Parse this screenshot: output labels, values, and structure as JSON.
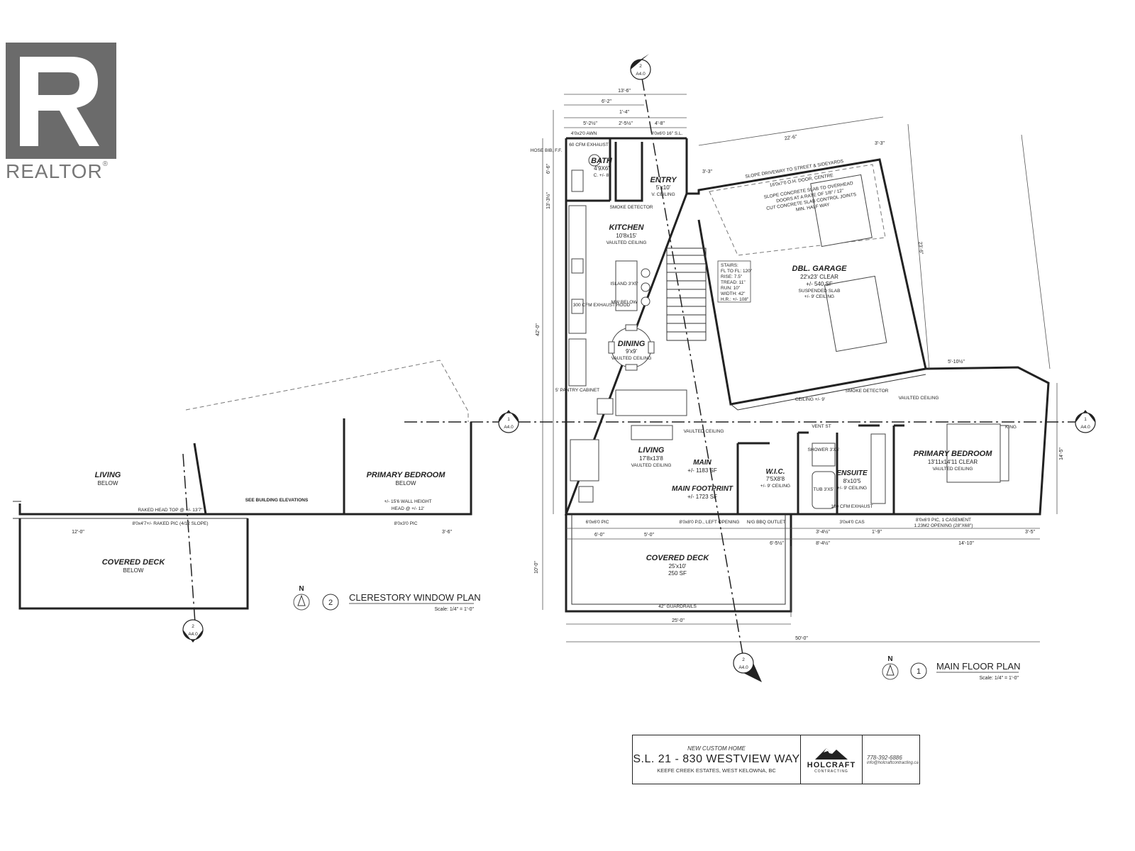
{
  "watermark": {
    "brand": "REALTOR",
    "reg": "®"
  },
  "main_plan": {
    "title": "MAIN FLOOR PLAN",
    "number": "1",
    "scale": "Scale: 1/4\" = 1'-0\"",
    "north": "N",
    "rooms": {
      "bath": {
        "name": "BATH",
        "size": "4'9X6'",
        "note": "C. +/- 8'"
      },
      "entry": {
        "name": "ENTRY",
        "size": "5'x10'",
        "note": "V. CEILING"
      },
      "kitchen": {
        "name": "KITCHEN",
        "size": "10'8x15'",
        "note": "VAULTED CEILING"
      },
      "garage": {
        "name": "DBL. GARAGE",
        "size": "22'x23' CLEAR",
        "area": "+/- 540 SF",
        "note1": "SUSPENDED SLAB",
        "note2": "+/- 9' CEILING"
      },
      "dining": {
        "name": "DINING",
        "size": "9'x9'",
        "note": "VAULTED CEILING"
      },
      "living": {
        "name": "LIVING",
        "size": "17'8x13'8",
        "note": "VAULTED CEILING"
      },
      "main": {
        "name": "MAIN",
        "area": "+/- 1183 SF"
      },
      "footprint": {
        "name": "MAIN FOOTPRINT",
        "area": "+/- 1723 SF"
      },
      "wic": {
        "name": "W.I.C.",
        "size": "7'5X8'8",
        "note": "+/- 9' CEILING"
      },
      "ensuite": {
        "name": "ENSUITE",
        "size": "8'x10'5",
        "note": "+/- 9' CEILING"
      },
      "primary": {
        "name": "PRIMARY BEDROOM",
        "size": "13'11x14'11 CLEAR",
        "note": "VAULTED CEILING"
      },
      "deck": {
        "name": "COVERED DECK",
        "size": "25'x10'",
        "area": "250 SF"
      }
    },
    "notes": {
      "driveway": "SLOPE DRIVEWAY TO STREET & SIDEYARDS",
      "ohdoor": "16'0x7'0 O.H. DOOR, CENTRE",
      "slab1": "SLOPE CONCRETE SLAB TO OVERHEAD",
      "slab2": "DOORS AT A RATE OF 1/8\" / 12\"",
      "slab3": "CUT CONCRETE SLAB CONTROL JOINTS",
      "slab4": "MIN. HALF WAY",
      "stairs1": "STAIRS:",
      "stairs2": "FL TO FL: 120\"",
      "stairs3": "RISE: 7.5\"",
      "stairs4": "TREAD: 11\"",
      "stairs5": "RUN: 10\"",
      "stairs6": "WIDTH: 42\"",
      "stairs7": "H.R.: +/- 108\"",
      "smoke": "SMOKE DETECTOR",
      "island": "ISLAND 3'X5'",
      "mw": "MW BELOW",
      "hood": "300 CFM EXHAUST HOOD",
      "pantry": "5' PANTRY CABINET",
      "exhaust60": "60 CFM EXHAUST",
      "exhaust100": "100 CFM EXHAUST",
      "vaulted": "VAULTED CEILING",
      "ceiling9": "CEILING +/- 9'",
      "guardrails": "42\" GUARDRAILS",
      "bbq": "N/G BBQ OUTLET",
      "pd": "8'0x8'0 P.D., LEFT OPENING",
      "pic1": "6'0x6'0 PIC",
      "pic2": "8'0x6'0 PIC, 1 CASEMENT",
      "opening": "1.23M2 OPENING (28\"X68\")",
      "cas": "3'0x4'0 CAS",
      "awn": "4'0x2'0 AWN",
      "sl": "3'0x6'0 16\" S.L.",
      "shower": "SHOWER 3'X5'",
      "tub": "TUB 3'X5'",
      "king": "KING",
      "vent": "VENT ST",
      "hose": "HOSE BIB, F.F."
    },
    "dims": {
      "top1": "13'-6\"",
      "top2": "6'-2\"",
      "top3": "1'-4\"",
      "top4": "5'-2½\"",
      "top5": "2'-5½\"",
      "top6": "4'-8\"",
      "left1": "42'-0\"",
      "left2": "13'-3½\"",
      "left3": "6'-6\"",
      "bot1": "6'-0\"",
      "bot2": "5'-0\"",
      "bot3": "3'-4½\"",
      "bot4": "8'-4½\"",
      "bot5": "14'-10\"",
      "bot6": "25'-0\"",
      "bot7": "50'-0\"",
      "bot8": "1'-9\"",
      "bot9": "3'-5\"",
      "bot10": "6'-5½\"",
      "deck_h": "10'-0\"",
      "g1": "22'-6\"",
      "g2": "23'-6\"",
      "g3": "3'-3\"",
      "g4": "3'-3\"",
      "r1": "14'-5\"",
      "r2": "5'-10½\""
    },
    "section_labels": {
      "sheet": "A4.0",
      "s1": "1",
      "s2": "2"
    }
  },
  "clerestory_plan": {
    "title": "CLERESTORY WINDOW PLAN",
    "number": "2",
    "scale": "Scale: 1/4\" = 1'-0\"",
    "north": "N",
    "living": {
      "name": "LIVING",
      "sub": "BELOW"
    },
    "primary": {
      "name": "PRIMARY BEDROOM",
      "sub": "BELOW"
    },
    "deck": {
      "name": "COVERED DECK",
      "sub": "BELOW"
    },
    "notes": {
      "elev": "SEE BUILDING ELEVATIONS",
      "raked1": "RAKED HEAD TOP @ +/- 13'7\"",
      "raked2": "8'0x4'7+/- RAKED PIC (4/12 SLOPE)",
      "wall": "+/- 15'6 WALL HEIGHT",
      "head": "HEAD @ +/- 12'",
      "pic": "8'0x3'0 PIC",
      "d1": "12'-0\"",
      "d2": "3'-6\""
    }
  },
  "title_block": {
    "project": "NEW CUSTOM HOME",
    "address": "S.L. 21 - 830 WESTVIEW WAY",
    "location": "KEEFE CREEK ESTATES, WEST KELOWNA, BC",
    "brand": "HOLCRAFT",
    "brand_sub": "CONTRACTING",
    "phone": "778-392-6886",
    "email": "info@holcraftcontracting.ca"
  }
}
